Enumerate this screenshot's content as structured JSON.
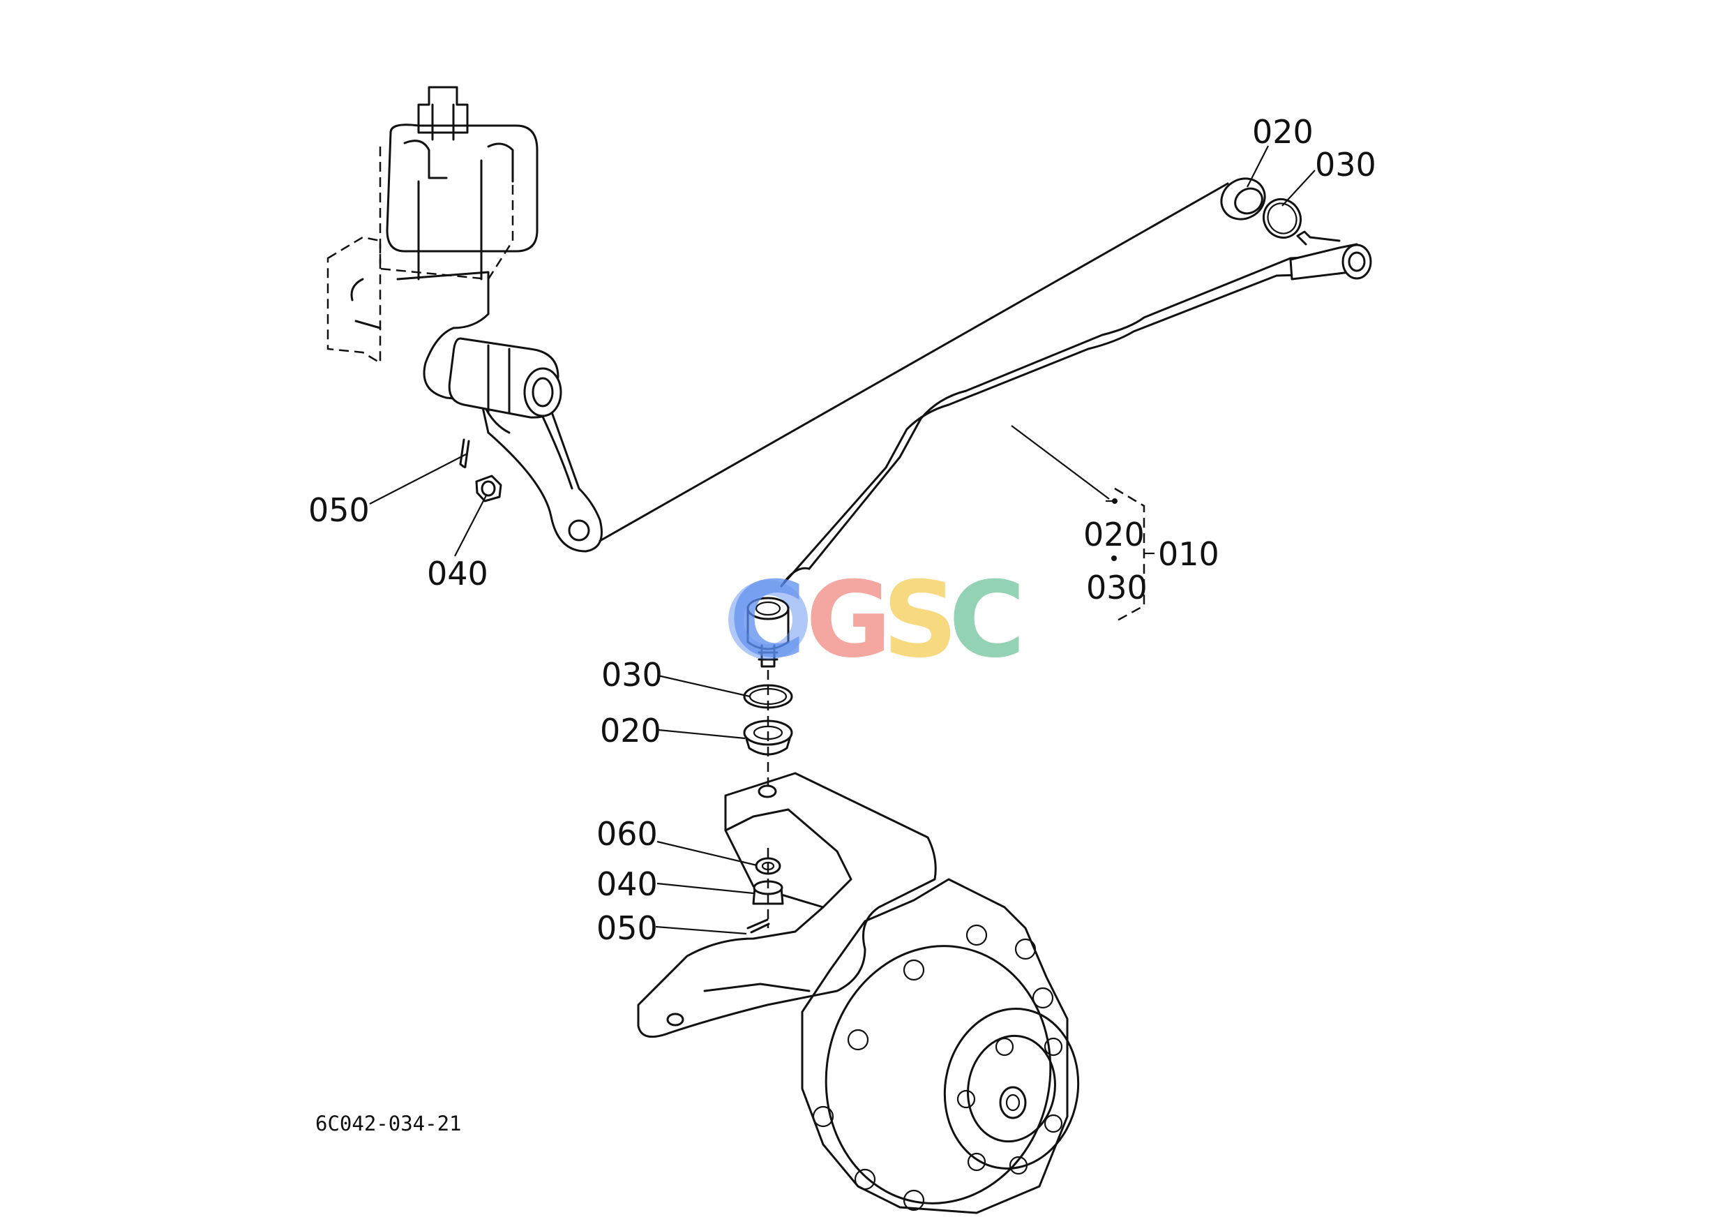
{
  "drawing_id": "6C042-034-21",
  "watermark": {
    "letters": [
      "C",
      "G",
      "S",
      "C"
    ],
    "colors": [
      "#5b8def",
      "#f08a80",
      "#f5cc55",
      "#6fc39c"
    ]
  },
  "callouts": {
    "c_020_top": "020",
    "c_030_top": "030",
    "c_050_left": "050",
    "c_040_left": "040",
    "c_020_group": "020",
    "c_030_group": "030",
    "c_010_group": "010",
    "c_030_mid": "030",
    "c_020_mid": "020",
    "c_060_low": "060",
    "c_040_low": "040",
    "c_050_low": "050"
  }
}
